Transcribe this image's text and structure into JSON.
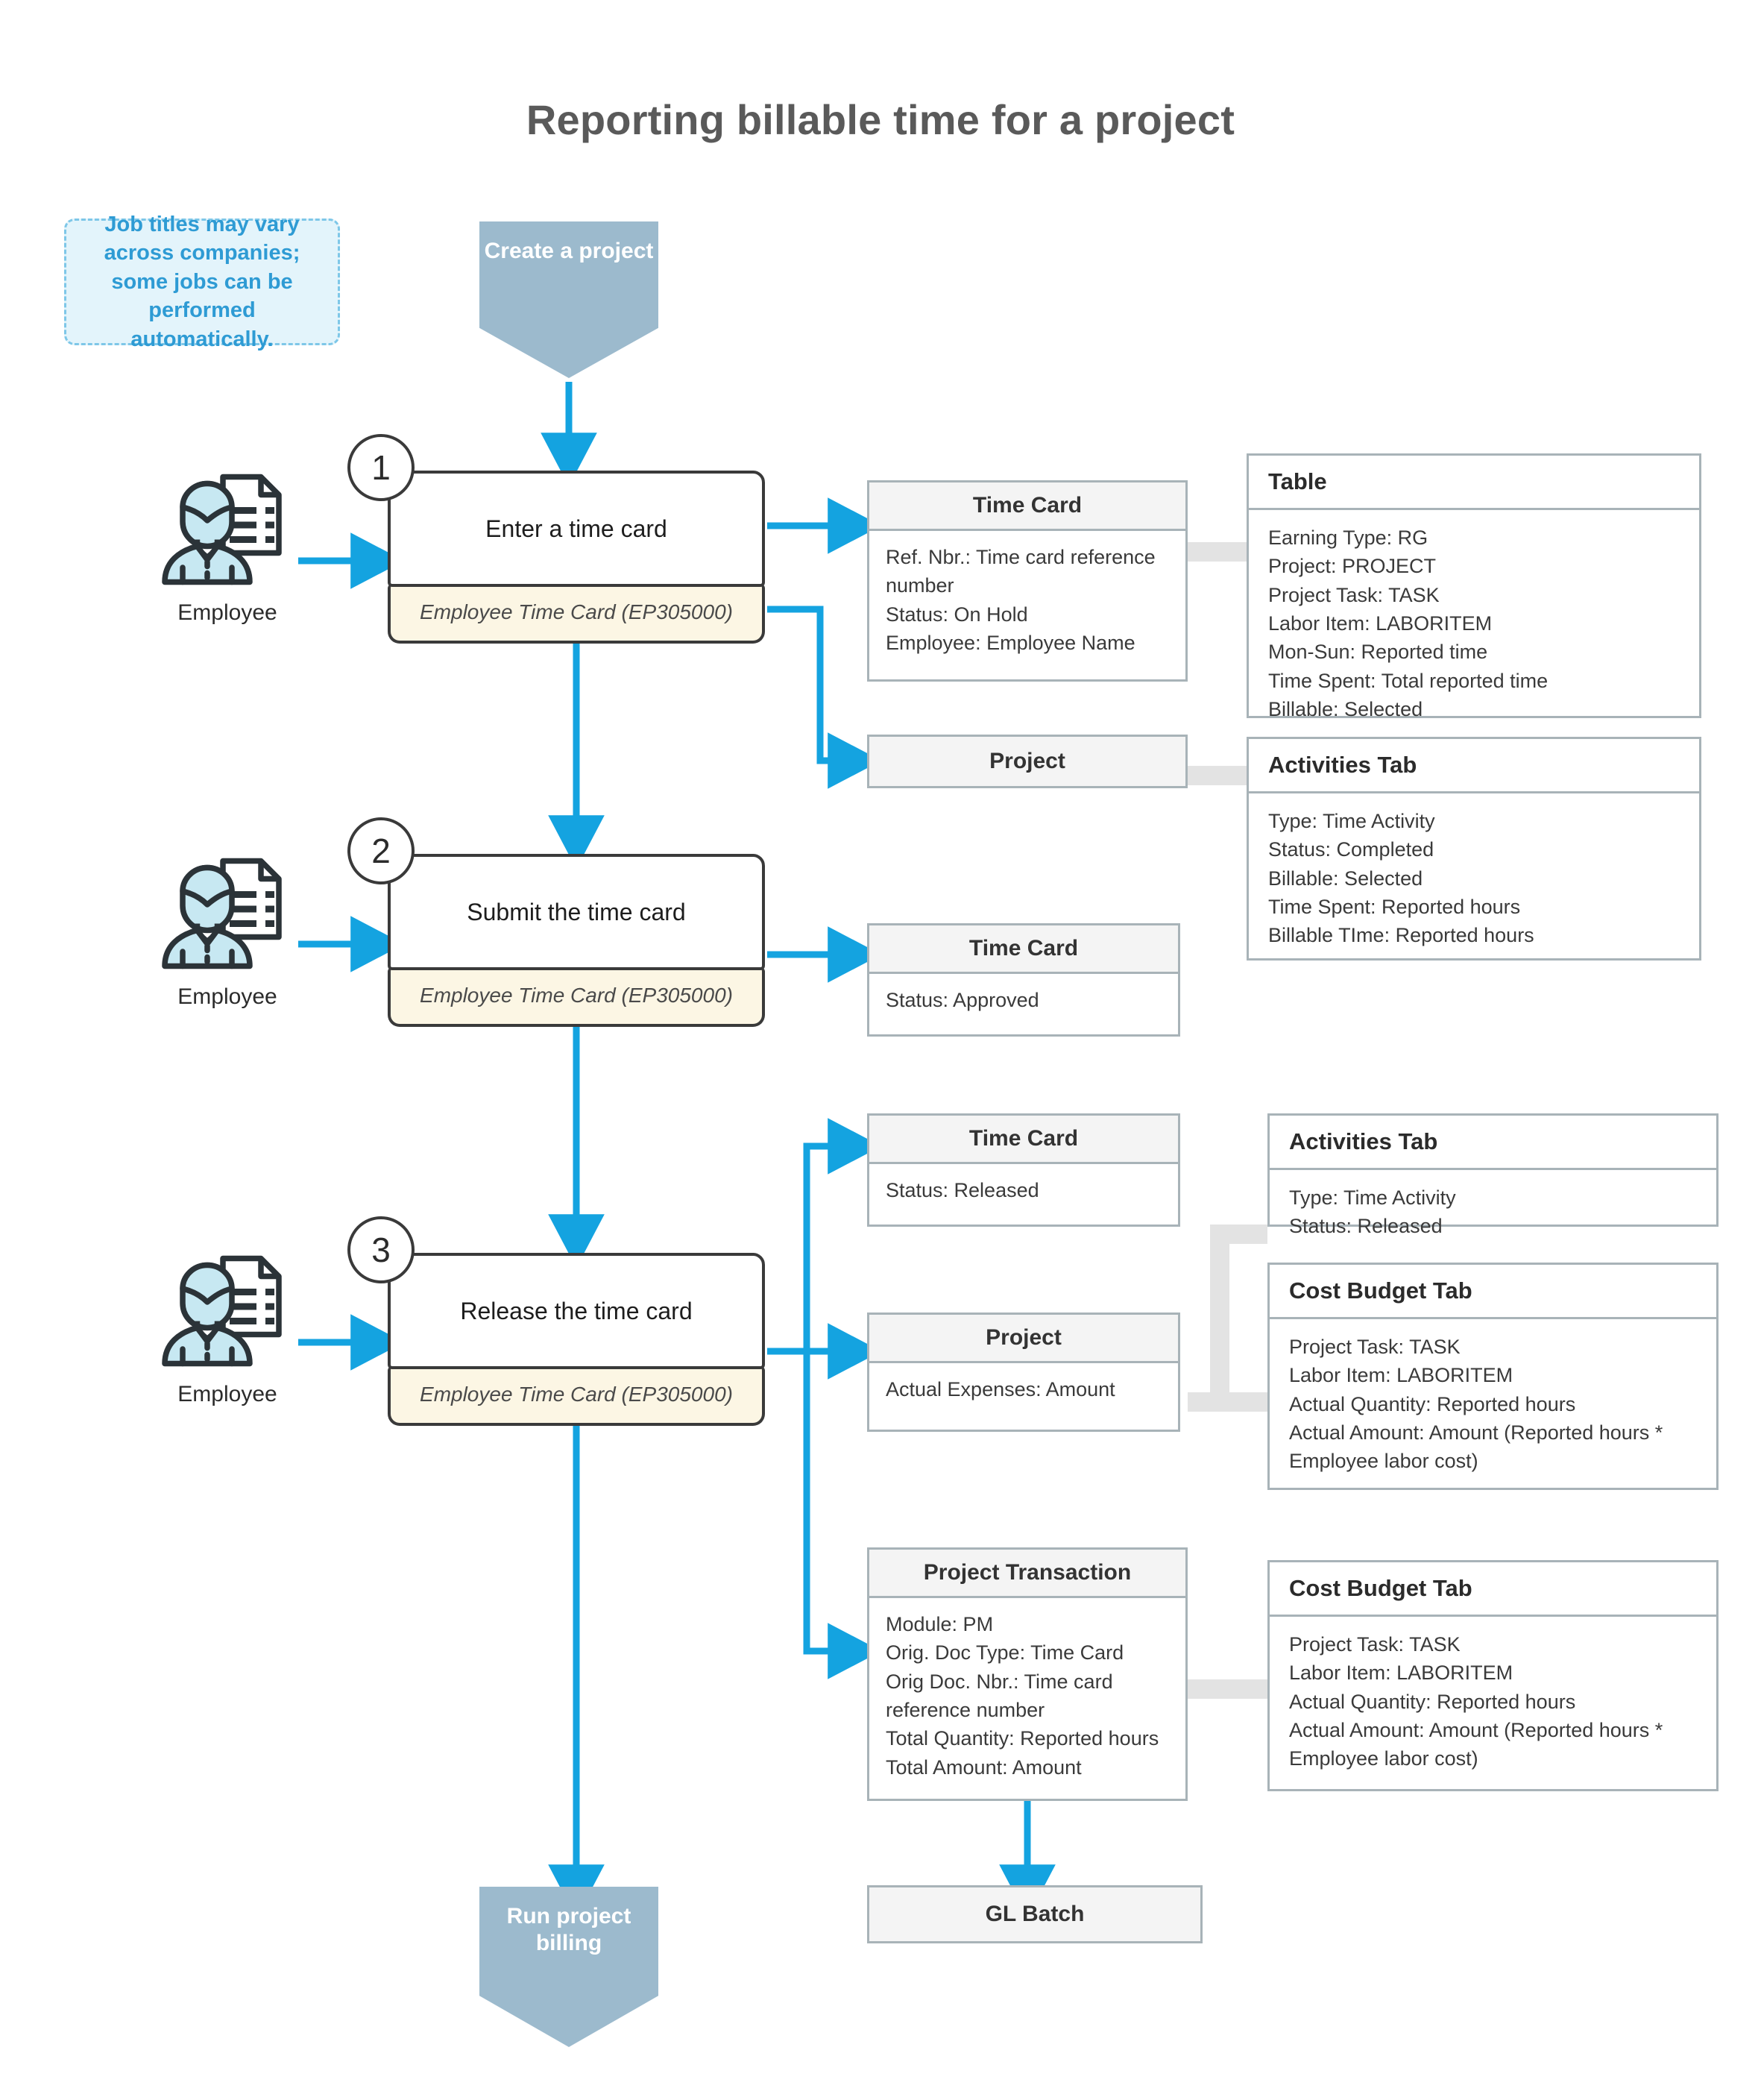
{
  "page": {
    "title": "Reporting billable time for a project",
    "accent_arrow": "#14A3E0",
    "banner_color": "#9CBACD",
    "note_color": "#2E9BD4",
    "screen_footer_bg": "#FCF6E4"
  },
  "note": {
    "text": "Job titles may vary across companies; some jobs can be performed automatically."
  },
  "banners": {
    "top": "Create a project",
    "bottom": "Run project billing"
  },
  "actors": [
    {
      "label": "Employee",
      "icon": "employee-document-icon"
    },
    {
      "label": "Employee",
      "icon": "employee-document-icon"
    },
    {
      "label": "Employee",
      "icon": "employee-document-icon"
    }
  ],
  "steps": [
    {
      "number": "1",
      "title": "Enter a time card",
      "screen": "Employee Time Card (EP305000)"
    },
    {
      "number": "2",
      "title": "Submit the time card",
      "screen": "Employee Time Card (EP305000)"
    },
    {
      "number": "3",
      "title": "Release the time card",
      "screen": "Employee Time Card (EP305000)"
    }
  ],
  "entities": {
    "timecard1": {
      "header": "Time Card",
      "body": "Ref. Nbr.: Time card reference number\nStatus: On Hold\nEmployee: Employee Name"
    },
    "project1": {
      "header": "Project",
      "body": ""
    },
    "timecard2": {
      "header": "Time Card",
      "body": "Status: Approved"
    },
    "timecard3": {
      "header": "Time Card",
      "body": "Status: Released"
    },
    "project3": {
      "header": "Project",
      "body": "Actual Expenses: Amount"
    },
    "projecttransaction": {
      "header": "Project Transaction",
      "body": "Module: PM\nOrig. Doc Type: Time Card\nOrig Doc. Nbr.: Time card reference number\nTotal Quantity: Reported hours\nTotal Amount: Amount"
    },
    "glbatch": {
      "header": "GL Batch",
      "body": ""
    }
  },
  "details": {
    "table1": {
      "header": "Table",
      "body": "Earning Type: RG\nProject: PROJECT\nProject Task: TASK\nLabor Item: LABORITEM\nMon-Sun: Reported time\nTime Spent: Total reported time\nBillable: Selected"
    },
    "activities1": {
      "header": "Activities Tab",
      "body": "Type: Time Activity\nStatus: Completed\nBillable: Selected\nTime Spent: Reported hours\nBillable TIme: Reported hours"
    },
    "activities3": {
      "header": "Activities Tab",
      "body": "Type: Time Activity\nStatus: Released"
    },
    "costbudget3": {
      "header": "Cost Budget Tab",
      "body": "Project Task: TASK\nLabor Item: LABORITEM\nActual Quantity: Reported hours\nActual Amount: Amount (Reported hours * Employee labor cost)"
    },
    "costbudget4": {
      "header": "Cost Budget Tab",
      "body": "Project Task: TASK\nLabor Item: LABORITEM\nActual Quantity: Reported hours\nActual Amount: Amount (Reported hours * Employee labor cost)"
    }
  }
}
